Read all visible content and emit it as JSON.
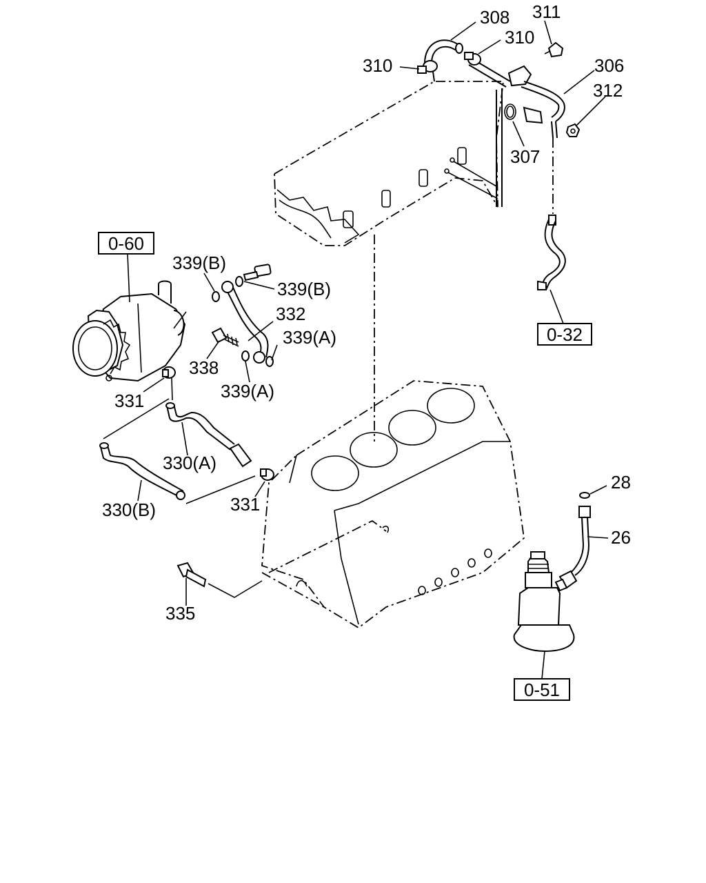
{
  "labels": {
    "p308": "308",
    "p311": "311",
    "p310_top": "310",
    "p310_left": "310",
    "p306": "306",
    "p312": "312",
    "p307": "307",
    "ref060": "0-60",
    "p339b_top": "339(B)",
    "p339b_right": "339(B)",
    "p332": "332",
    "p339a_right": "339(A)",
    "p338": "338",
    "p339a_bottom": "339(A)",
    "p331_upper": "331",
    "p330a": "330(A)",
    "p330b": "330(B)",
    "p331_lower": "331",
    "ref032": "0-32",
    "p28": "28",
    "p26": "26",
    "p335": "335",
    "ref051": "0-51"
  }
}
